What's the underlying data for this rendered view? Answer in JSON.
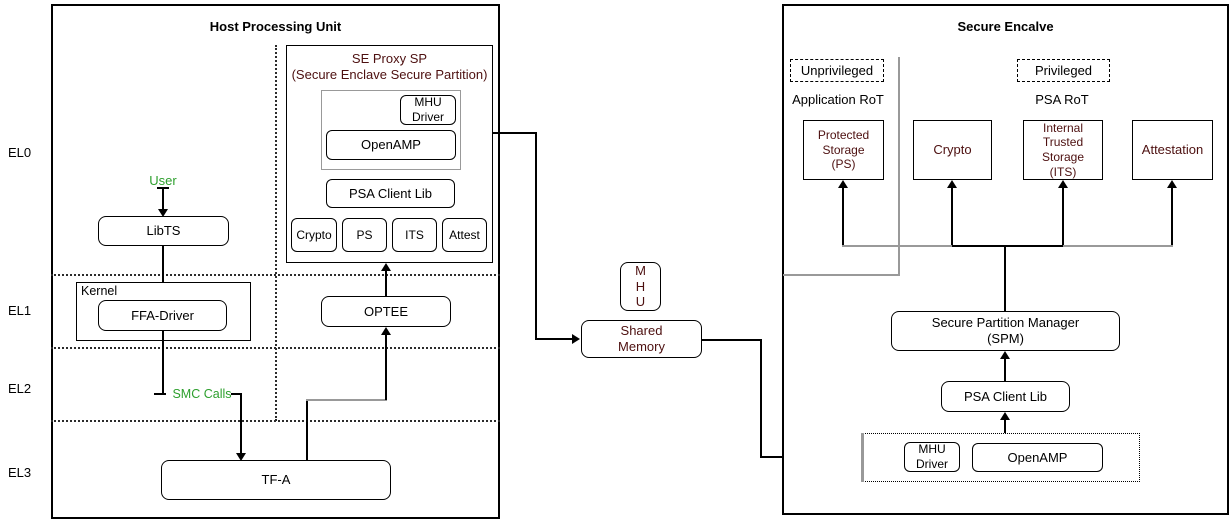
{
  "el_labels": [
    "EL0",
    "EL1",
    "EL2",
    "EL3"
  ],
  "host": {
    "title": "Host Processing Unit",
    "user_label": "User",
    "libts_label": "LibTS",
    "kernel_label": "Kernel",
    "ffa_driver_label": "FFA-Driver",
    "smc_calls_label": "SMC Calls",
    "optee_label": "OPTEE",
    "tfa_label": "TF-A",
    "se_proxy": {
      "title": "SE Proxy SP\n(Secure Enclave Secure Partition)",
      "mhu_driver_label": "MHU\nDriver",
      "openamp_label": "OpenAMP",
      "psa_client_lib_label": "PSA Client Lib",
      "services": [
        "Crypto",
        "PS",
        "ITS",
        "Attest"
      ]
    }
  },
  "interconnect": {
    "mhu_label": "M\nH\nU",
    "shared_memory_label": "Shared\nMemory"
  },
  "enclave": {
    "title": "Secure Encalve",
    "unprivileged_label": "Unprivileged",
    "privileged_label": "Privileged",
    "application_rot_label": "Application RoT",
    "psa_rot_label": "PSA RoT",
    "protected_storage_label": "Protected\nStorage\n(PS)",
    "crypto_label": "Crypto",
    "its_label": "Internal\nTrusted\nStorage\n(ITS)",
    "attestation_label": "Attestation",
    "spm_label": "Secure Partition Manager\n(SPM)",
    "psa_client_lib_label": "PSA Client Lib",
    "mhu_driver_label": "MHU\nDriver",
    "openamp_label": "OpenAMP"
  },
  "colors": {
    "maroon_text": "#4D1010",
    "green_text": "#2D9F2D",
    "gray_line": "#999999"
  }
}
